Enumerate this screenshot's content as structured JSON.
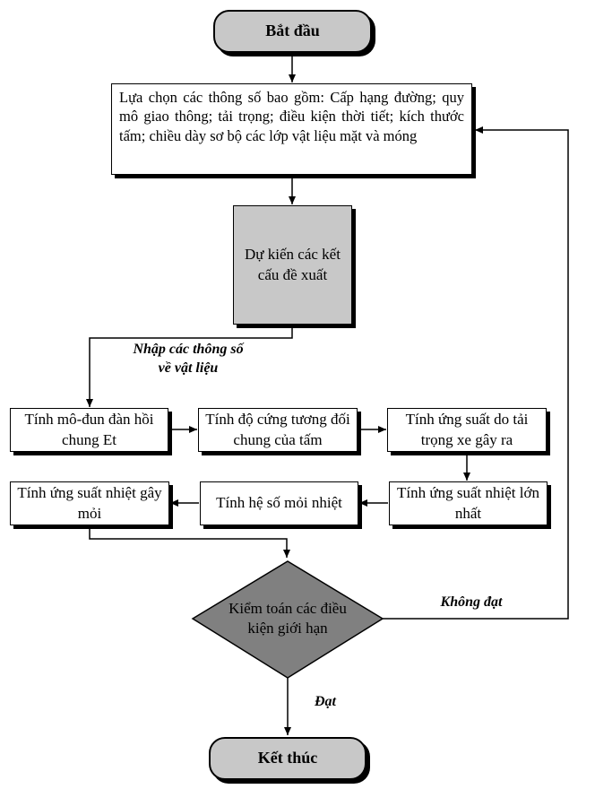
{
  "nodes": {
    "start": "Bắt đầu",
    "select_params": "Lựa chọn các thông số bao gồm: Cấp hạng đường; quy mô giao thông; tải trọng; điều kiện thời tiết; kích thước tấm; chiều dày sơ bộ các lớp vật liệu mặt và móng",
    "proposed_structures": "Dự kiến các kết cấu đề xuất",
    "elastic_modulus": "Tính mô-đun đàn hồi chung Et",
    "relative_stiffness": "Tính độ cứng tương đối chung của tấm",
    "traffic_stress": "Tính ứng suất do tải trọng xe gây ra",
    "max_thermal_stress": "Tính ứng suất nhiệt lớn nhất",
    "fatigue_coefficient": "Tính hệ số mỏi nhiệt",
    "fatigue_thermal_stress": "Tính ứng suất nhiệt gây mỏi",
    "check_limits": "Kiểm toán các điều kiện giới hạn",
    "end": "Kết thúc"
  },
  "edge_labels": {
    "input_materials": "Nhập các thông số về vật liệu",
    "not_pass": "Không đạt",
    "pass": "Đạt"
  },
  "colors": {
    "grey_fill": "#c8c8c8",
    "diamond_fill": "#808080"
  }
}
